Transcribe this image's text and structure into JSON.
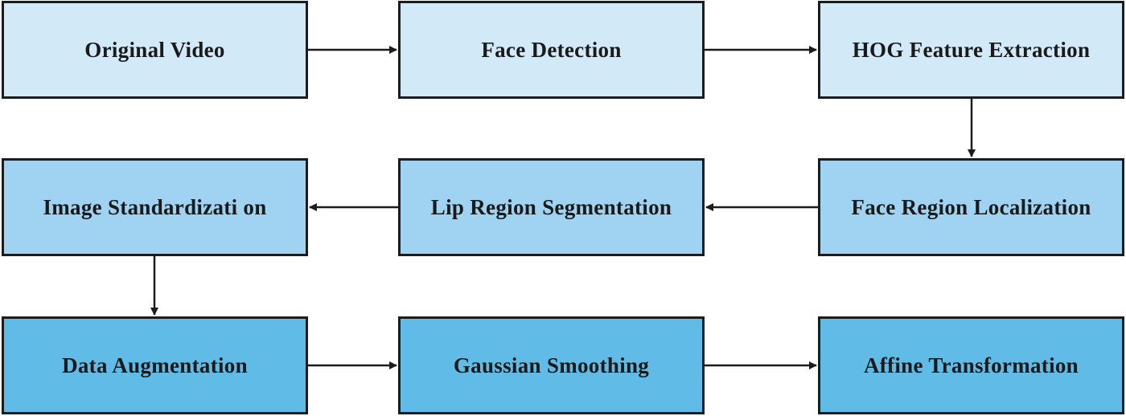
{
  "nodes": {
    "original_video": "Original Video",
    "face_detection": "Face Detection",
    "hog_feature_extraction": "HOG Feature Extraction",
    "face_region_localization": "Face Region Localization",
    "lip_region_segmentation": "Lip Region Segmentation",
    "image_standardization": "Image Standardizati on",
    "data_augmentation": "Data Augmentation",
    "gaussian_smoothing": "Gaussian Smoothing",
    "affine_transformation": "Affine Transformation"
  },
  "colors": {
    "row1_fill": "#d2e9f8",
    "row2_fill": "#9fd3f1",
    "row3_fill": "#61bbe7",
    "border": "#1c1c1c",
    "arrow": "#1c1c1c"
  }
}
